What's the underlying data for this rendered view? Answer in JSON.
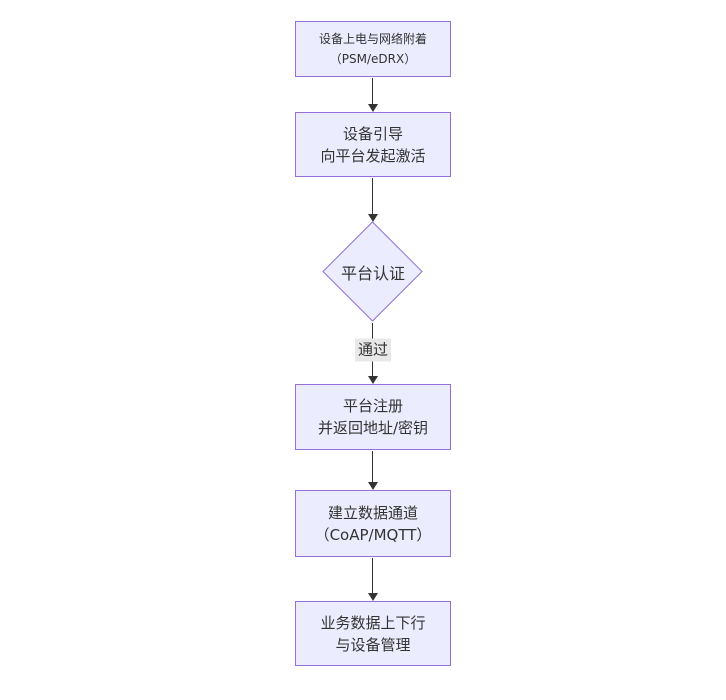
{
  "diagram": {
    "type": "flowchart-vertical",
    "nodes": [
      {
        "id": "power-network-attach",
        "shape": "rect",
        "line1": "设备上电与网络附着",
        "line2": "（PSM/eDRX）"
      },
      {
        "id": "device-bootstrap",
        "shape": "rect",
        "line1": "设备引导",
        "line2": "向平台发起激活"
      },
      {
        "id": "platform-auth",
        "shape": "diamond",
        "label": "平台认证"
      },
      {
        "id": "platform-register",
        "shape": "rect",
        "line1": "平台注册",
        "line2": "并返回地址/密钥"
      },
      {
        "id": "data-channel",
        "shape": "rect",
        "line1": "建立数据通道",
        "line2": "（CoAP/MQTT）"
      },
      {
        "id": "business-data",
        "shape": "rect",
        "line1": "业务数据上下行",
        "line2": "与设备管理"
      }
    ],
    "edge_labels": {
      "auth_pass": "通过"
    },
    "colors": {
      "node_fill": "#ECECFF",
      "node_border": "#9370DB",
      "arrow": "#333333",
      "edge_label_bg": "#e8e8e8",
      "text": "#333333"
    }
  }
}
